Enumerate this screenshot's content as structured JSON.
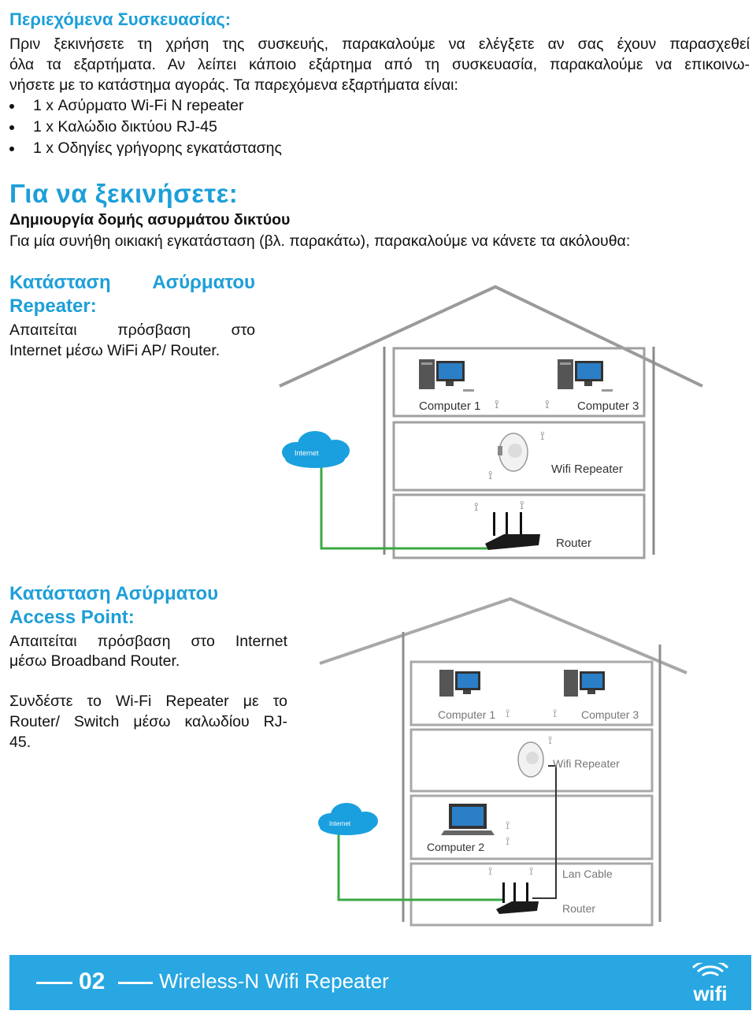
{
  "package": {
    "title": "Περιεχόμενα Συσκευασίας:",
    "intro_lines": [
      "Πριν ξεκινήσετε τη χρήση της συσκευής, παρακαλούμε να ελέγξετε αν σας έχουν παρασχεθεί",
      "όλα τα εξαρτήματα. Αν λείπει κάποιο εξάρτημα από τη συσκευασία, παρακαλούμε να επικοινω-",
      "νήσετε με το κατάστημα αγοράς. Τα παρεχόμενα εξαρτήματα είναι:"
    ],
    "items": [
      "1 x Ασύρματο Wi-Fi N repeater",
      "1 x Καλώδιο δικτύου RJ-45",
      "1 x Οδηγίες γρήγορης εγκατάστασης"
    ]
  },
  "start": {
    "title": "Για να ξεκινήσετε:",
    "subtitle": "Δημιουργία δομής ασυρμάτου δικτύου",
    "text": "Για μία συνήθη οικιακή εγκατάσταση (βλ. παρακάτω), παρακαλούμε να κάνετε τα ακόλουθα:"
  },
  "repeater_mode": {
    "title_line1": "Κατάσταση Ασύρματου",
    "title_line2": "Repeater:",
    "text_line1": "Απαιτείται πρόσβαση στο",
    "text_line2": "Internet μέσω WiFi AP/ Router."
  },
  "ap_mode": {
    "title_line1": "Κατάσταση Ασύρματου",
    "title_line2": "Access Point:",
    "text_line1": "Απαιτείται πρόσβαση στο Internet",
    "text_line2": "μέσω Broadband Router.",
    "connect_line1": "Συνδέστε το Wi-Fi Repeater με το",
    "connect_line2": "Router/ Switch μέσω καλωδίου RJ-",
    "connect_line3": "45."
  },
  "diagram1": {
    "cloud_label": "Internet",
    "computer1": "Computer 1",
    "computer3": "Computer 3",
    "repeater": "Wifi Repeater",
    "router": "Router"
  },
  "diagram2": {
    "cloud_label": "Internet",
    "computer1": "Computer 1",
    "computer3": "Computer 3",
    "repeater": "Wifi Repeater",
    "computer2": "Computer 2",
    "lan_cable": "Lan Cable",
    "router": "Router"
  },
  "footer": {
    "page_number": "02",
    "product": "Wireless-N Wifi Repeater",
    "logo_text": "wifi"
  },
  "colors": {
    "heading_blue": "#1d9fd8",
    "footer_blue": "#28a7e2",
    "cable_green": "#3aa843"
  }
}
